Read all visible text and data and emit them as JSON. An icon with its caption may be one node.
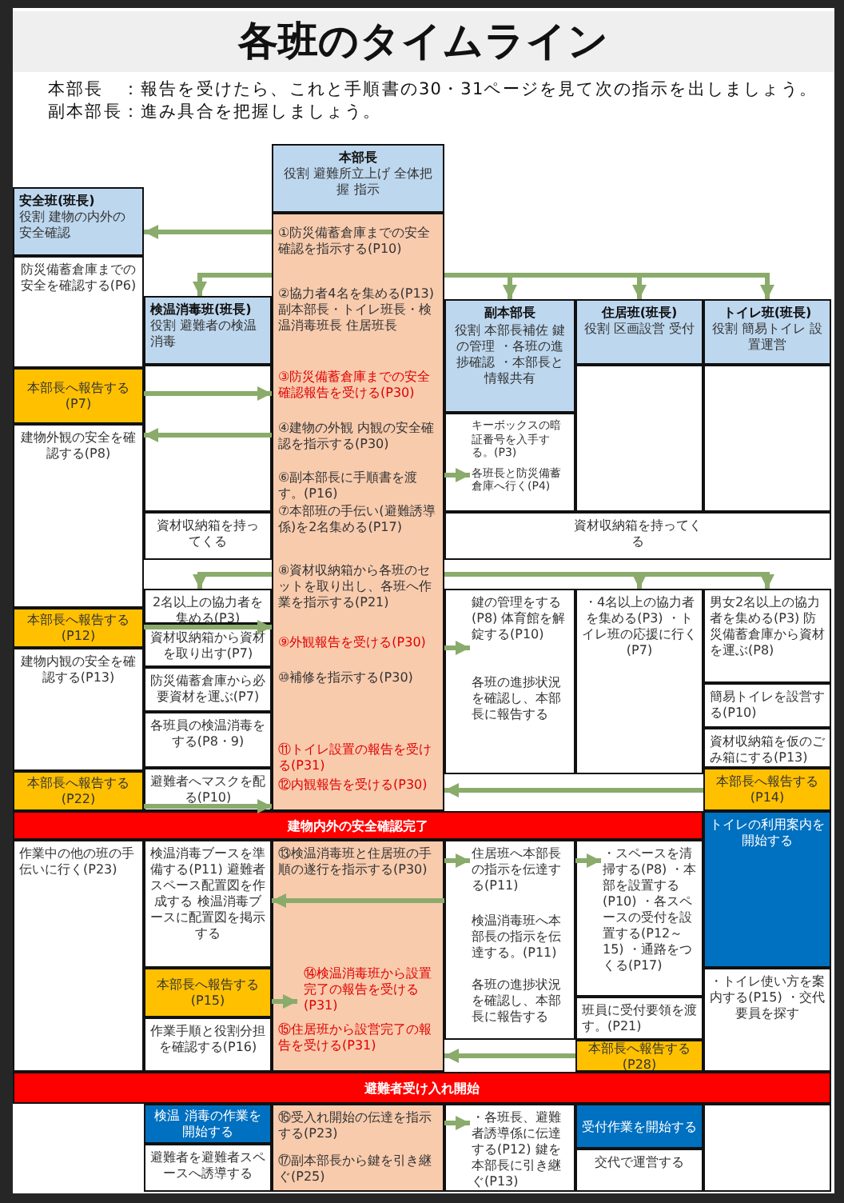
{
  "diagram": {
    "title": "各班のタイムライン",
    "labels": [
      "本部長　：報告を受けたら、これと手順書の30・31ページを見て次の指示を出しましょう。",
      "副本部長：進み具合を把握しましょう。"
    ],
    "nodes": [
      {
        "text": [
          "本部長",
          "役割 避難所立上げ 全体把握 指示"
        ]
      },
      {
        "text": [
          "安全班(班長)",
          "役割 建物の内外の安全確認"
        ]
      },
      {
        "text": [
          "①防災備蓄倉庫までの安全確認を指示する(P10)",
          "②協力者4名を集める(P13) 副本部長・トイレ班長・検温消毒班長 住居班長",
          "③防災備蓄倉庫までの安全確認報告を受ける(P30)",
          "④建物の外観 内観の安全確認を指示する(P30)",
          "⑥副本部長に手順書を渡す。(P16)",
          "⑦本部班の手伝い(避難誘導係)を2名集める(P17)",
          "⑧資材収納箱から各班のセットを取り出し、各班へ作業を指示する(P21)",
          "⑨外観報告を受ける(P30)",
          "⑩補修を指示する(P30)",
          "⑪トイレ設置の報告を受ける(P31)",
          "⑫内観報告を受ける(P30)"
        ]
      },
      {
        "text": [
          "防災備蓄倉庫までの安全を確認する(P6)"
        ]
      },
      {
        "text": [
          "検温消毒班(班長)",
          "役割 避難者の検温消毒"
        ]
      },
      {
        "text": [
          "副本部長",
          "役割 本部長補佐 鍵の管理 ・各班の進捗確認 ・本部長と情報共有"
        ]
      },
      {
        "text": [
          "住居班(班長)",
          "役割 区画設営 受付"
        ]
      },
      {
        "text": [
          "トイレ班(班長)",
          "役割 簡易トイレ 設置運営"
        ]
      },
      {
        "text": [
          "本部長へ報告する(P7)"
        ]
      },
      {
        "text": [],
        "shape": "box"
      },
      {
        "text": [],
        "shape": "box"
      },
      {
        "text": [
          "建物外観の安全を確認する(P8)"
        ]
      },
      {
        "text": [
          "キーボックスの暗証番号を入手する。(P3)",
          "各班長と防災備蓄倉庫へ行く(P4)"
        ]
      },
      {
        "text": [
          "資材収納箱を持ってくる"
        ]
      },
      {
        "text": [
          "資材収納箱を持ってくる"
        ]
      },
      {
        "text": [
          "2名以上の協力者を集める(P3)"
        ]
      },
      {
        "text": [
          "鍵の管理をする(P8) 体育館を解錠する(P10)",
          "各班の進捗状況を確認し、本部長に報告する"
        ]
      },
      {
        "text": [
          "・4名以上の協力者を集める(P3) ・トイレ班の応援に行く(P7)"
        ]
      },
      {
        "text": [
          "男女2名以上の協力者を集める(P3) 防災備蓄倉庫から資材を運ぶ(P8)"
        ]
      },
      {
        "text": [
          "本部長へ報告する(P12)"
        ]
      },
      {
        "text": [
          "資材収納箱から資材を取り出す(P7)"
        ]
      },
      {
        "text": [
          "建物内観の安全を確認する(P13)"
        ]
      },
      {
        "text": [
          "防災備蓄倉庫から必要資材を運ぶ(P7)"
        ]
      },
      {
        "text": [
          "簡易トイレを設営する(P10)"
        ]
      },
      {
        "text": [
          "各班員の検温消毒をする(P8・9)"
        ]
      },
      {
        "text": [
          "資材収納箱を仮のごみ箱にする(P13)"
        ]
      },
      {
        "text": [
          "避難者へマスクを配る(P10)"
        ]
      },
      {
        "text": [
          "本部長へ報告する(P14)"
        ]
      },
      {
        "text": [
          "本部長へ報告する(P22)"
        ]
      },
      {
        "text": [
          "建物内外の安全確認完了"
        ]
      },
      {
        "text": [
          "トイレの利用案内を開始する"
        ]
      },
      {
        "text": [
          "作業中の他の班の手伝いに行く(P23)"
        ]
      },
      {
        "text": [
          "検温消毒ブースを準備する(P11) 避難者スペース配置図を作成する 検温消毒ブースに配置図を掲示する"
        ]
      },
      {
        "text": [
          "⑬検温消毒班と住居班の手順の遂行を指示する(P30)",
          "⑭検温消毒班から設置完了の報告を受ける(P31)",
          "⑮住居班から設営完了の報告を受ける(P31)"
        ]
      },
      {
        "text": [
          "住居班へ本部長の指示を伝達する(P11)",
          "検温消毒班へ本部長の指示を伝達する。(P11)",
          "各班の進捗状況を確認し、本部長に報告する"
        ]
      },
      {
        "text": [
          "・スペースを清掃する(P8) ・本部を設置する(P10) ・各スペースの受付を設置する(P12～15) ・通路をつくる(P17)"
        ]
      },
      {
        "text": [
          "・トイレ使い方を案内する(P15) ・交代要員を探す"
        ]
      },
      {
        "text": [
          "本部長へ報告する(P15)"
        ]
      },
      {
        "text": [
          "班員に受付要領を渡す。(P21)"
        ]
      },
      {
        "text": [
          "本部長へ報告する(P28)"
        ]
      },
      {
        "text": [
          "作業手順と役割分担を確認する(P16)"
        ]
      },
      {
        "text": [
          "避難者受け入れ開始"
        ]
      },
      {
        "text": [
          "検温 消毒の作業を開始する"
        ]
      },
      {
        "text": [
          "⑯受入れ開始の伝達を指示する(P23)",
          "⑰副本部長から鍵を引き継ぐ(P25)"
        ]
      },
      {
        "text": [
          "・各班長、避難者誘導係に伝達する(P12) 鍵を本部長に引き継ぐ(P13)"
        ]
      },
      {
        "text": [
          "受付作業を開始する"
        ]
      },
      {
        "text": [],
        "shape": "box"
      },
      {
        "text": [
          "避難者を避難者スペースへ誘導する"
        ]
      },
      {
        "text": [
          "交代で運営する"
        ]
      }
    ],
    "edges": [
      {
        "from": 2,
        "to": 1,
        "arrow": "to"
      },
      {
        "from": 2,
        "to": 4,
        "arrow": "to"
      },
      {
        "from": 2,
        "to": 5,
        "arrow": "to"
      },
      {
        "from": 2,
        "to": 6,
        "arrow": "to"
      },
      {
        "from": 2,
        "to": 7,
        "arrow": "to"
      },
      {
        "from": 8,
        "to": 2,
        "arrow": "to"
      },
      {
        "from": 2,
        "to": 11,
        "arrow": "to"
      },
      {
        "from": 2,
        "to": 12,
        "arrow": "to"
      },
      {
        "from": 2,
        "to": 15,
        "arrow": "to"
      },
      {
        "from": 2,
        "to": 17,
        "arrow": "to"
      },
      {
        "from": 2,
        "to": 18,
        "arrow": "to"
      },
      {
        "from": 19,
        "to": 2,
        "arrow": "to"
      },
      {
        "from": 2,
        "to": 16,
        "arrow": "to"
      },
      {
        "from": 27,
        "to": 2,
        "arrow": "to"
      },
      {
        "from": 28,
        "to": 2,
        "arrow": "to"
      },
      {
        "from": 33,
        "to": 34,
        "arrow": "to"
      },
      {
        "from": 34,
        "to": 35,
        "arrow": "to"
      },
      {
        "from": 33,
        "to": 32,
        "arrow": "to"
      },
      {
        "from": 37,
        "to": 33,
        "arrow": "to"
      },
      {
        "from": 39,
        "to": 33,
        "arrow": "to"
      },
      {
        "from": 43,
        "to": 44,
        "arrow": "to"
      }
    ]
  }
}
